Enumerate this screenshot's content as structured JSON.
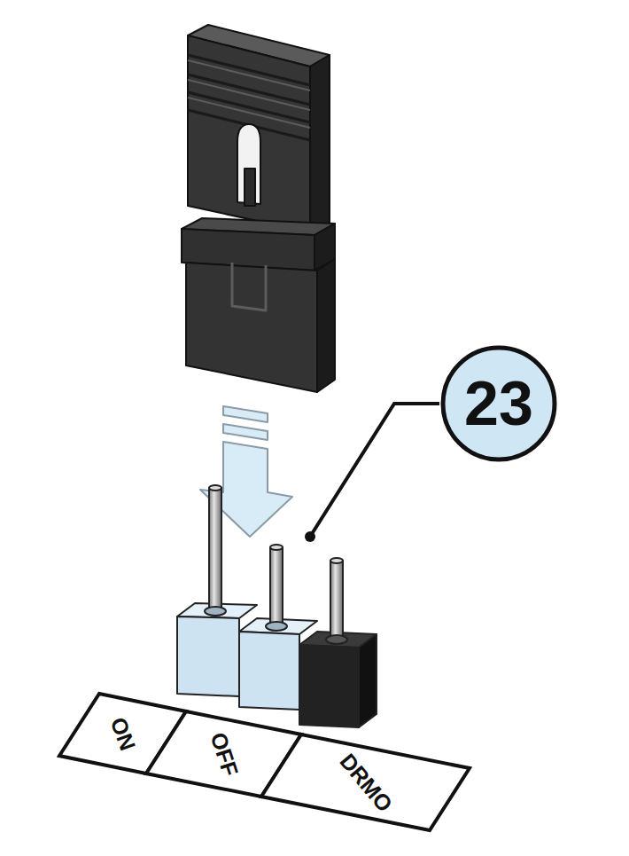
{
  "diagram": {
    "nodes": [
      {
        "text": [
          "23"
        ]
      },
      {
        "text": [
          "ON"
        ]
      },
      {
        "text": [
          "OFF"
        ]
      },
      {
        "text": [
          "DRMO"
        ]
      }
    ]
  }
}
